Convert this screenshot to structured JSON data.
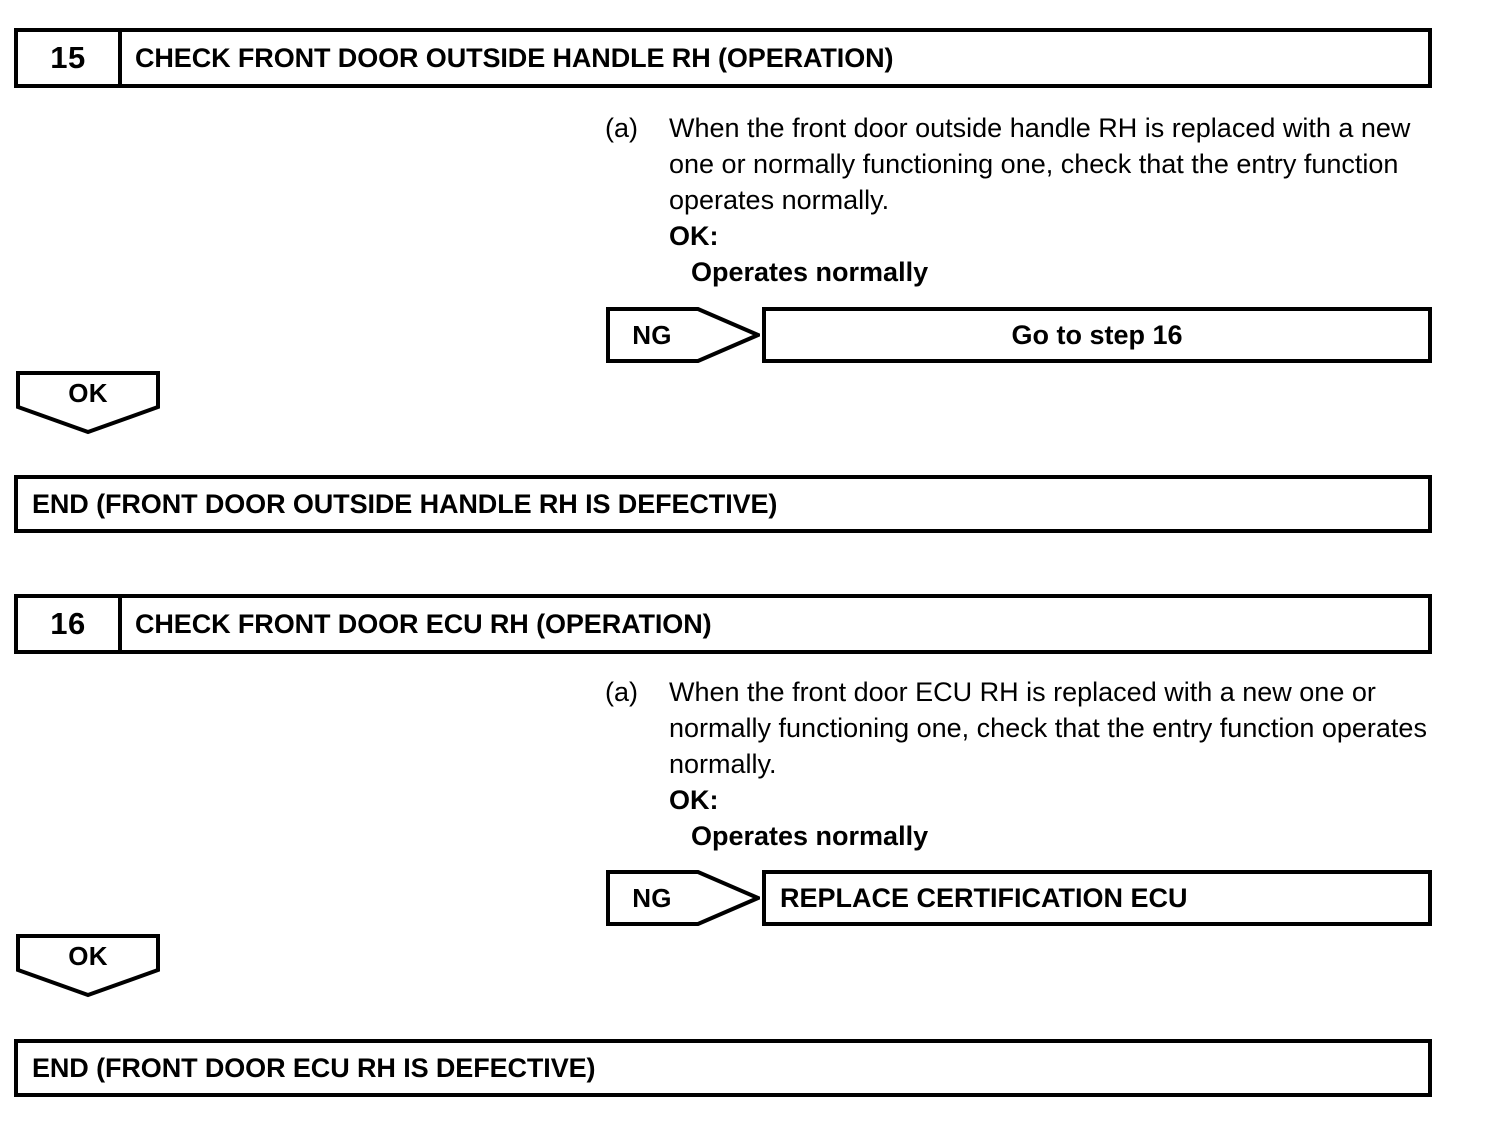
{
  "document": {
    "type": "diagnostic-flowchart",
    "line_color": "#000000",
    "background_color": "#ffffff"
  },
  "steps": [
    {
      "number": "15",
      "title": "CHECK FRONT DOOR OUTSIDE HANDLE RH (OPERATION)",
      "instruction": {
        "marker": "(a)",
        "text": "When the front door outside handle RH is replaced with a new one or normally functioning one, check that the entry function operates normally.",
        "ok_label": "OK:",
        "ok_value": "Operates normally"
      },
      "ng_branch": {
        "tag": "NG",
        "result": "Go to step 16",
        "align": "center"
      },
      "ok_branch": {
        "tag": "OK"
      },
      "end_box": "END (FRONT DOOR OUTSIDE HANDLE RH IS DEFECTIVE)"
    },
    {
      "number": "16",
      "title": "CHECK FRONT DOOR ECU RH (OPERATION)",
      "instruction": {
        "marker": "(a)",
        "text": "When the front door ECU RH is replaced with a new one or normally functioning one, check that the entry function operates normally.",
        "ok_label": "OK:",
        "ok_value": "Operates normally"
      },
      "ng_branch": {
        "tag": "NG",
        "result": "REPLACE CERTIFICATION ECU",
        "align": "left"
      },
      "ok_branch": {
        "tag": "OK"
      },
      "end_box": "END (FRONT DOOR ECU RH IS DEFECTIVE)"
    }
  ]
}
